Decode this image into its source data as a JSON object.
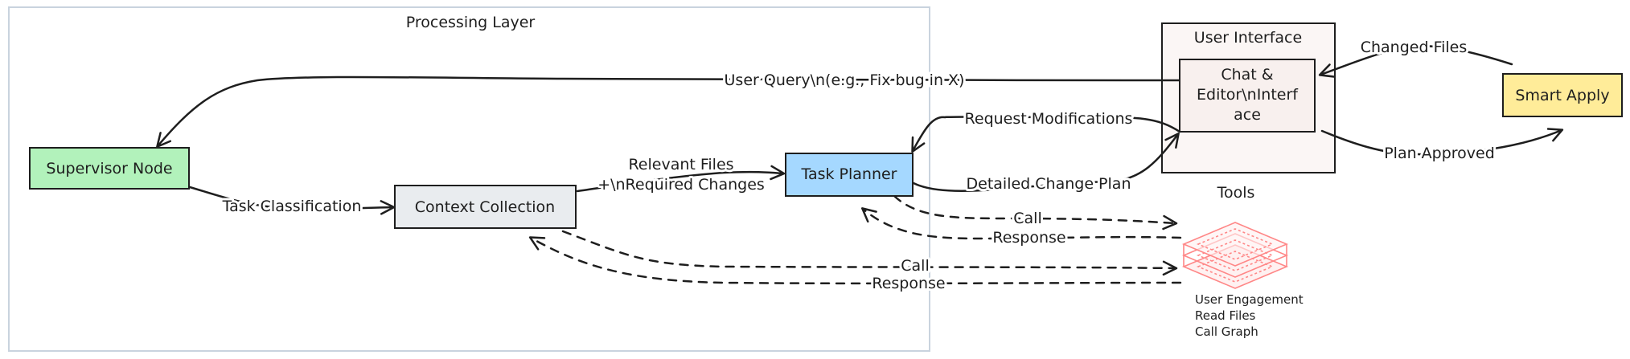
{
  "groups": {
    "processing_layer": "Processing Layer",
    "user_interface": "User Interface",
    "tools": "Tools"
  },
  "nodes": {
    "supervisor": "Supervisor Node",
    "context": "Context Collection",
    "planner": "Task Planner",
    "chat_lines": [
      "Chat &",
      "Editor\\nInterf",
      "ace"
    ],
    "smart_apply": "Smart Apply"
  },
  "edges": {
    "user_query": "User Query\\n(e.g., Fix bug in X)",
    "task_classification": "Task Classification",
    "relevant_files_line1": "Relevant Files",
    "relevant_files_line2": "+\\nRequired Changes",
    "request_modifications": "Request Modifications",
    "detailed_change_plan": "Detailed Change Plan",
    "changed_files": "Changed Files",
    "plan_approved": "Plan Approved",
    "call_1": "Call",
    "response_1": "Response",
    "call_2": "Call",
    "response_2": "Response"
  },
  "tools_list": [
    "User Engagement",
    "Read Files",
    "Call Graph"
  ],
  "colors": {
    "supervisor_fill": "#b2f2bb",
    "context_fill": "#e9ecef",
    "planner_fill": "#a5d8ff",
    "chat_fill": "#f8f0ee",
    "smart_apply_fill": "#ffec99",
    "tools_icon": "#ff8787",
    "group_border": "#c9d3de"
  }
}
